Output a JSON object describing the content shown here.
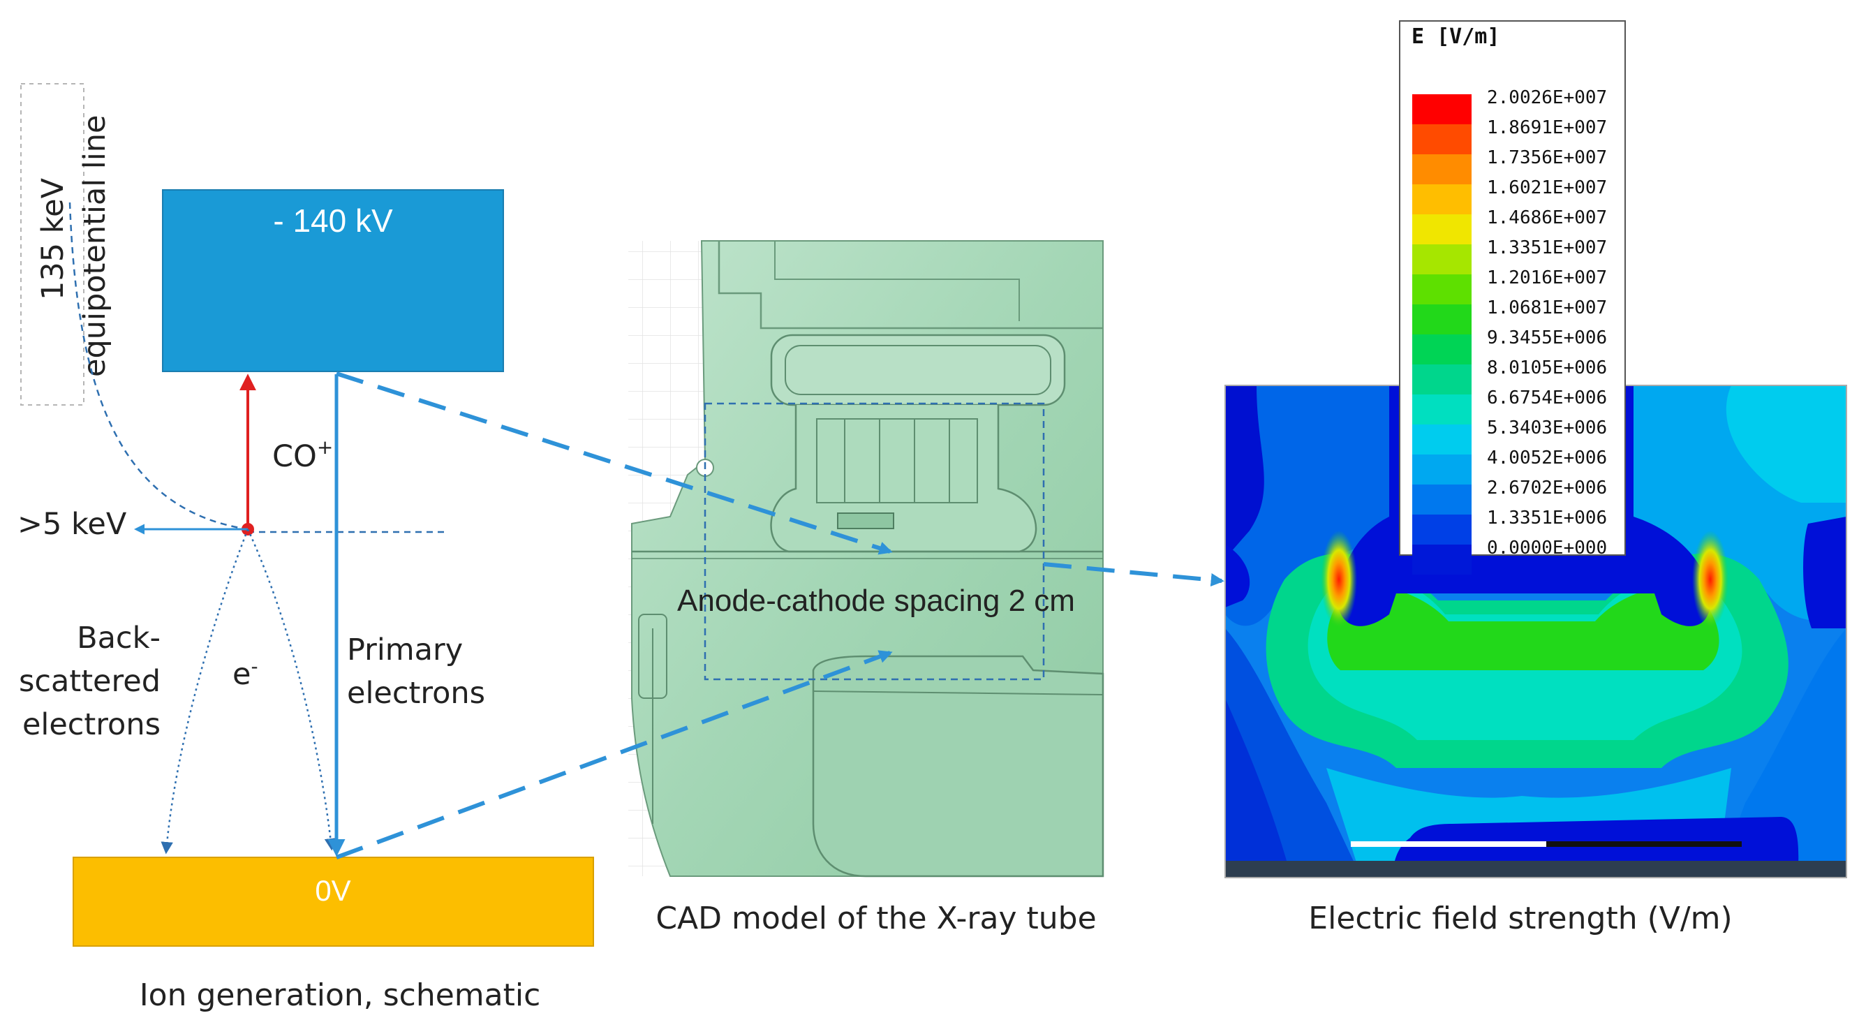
{
  "schematic": {
    "cathode_label": "- 140 kV",
    "anode_label": "0V",
    "equipotential_label_1": "135 keV",
    "equipotential_label_2": "equipotential line",
    "energy_label": ">5 keV",
    "ion_label": "CO",
    "ion_charge": "+",
    "electron_label": "e",
    "electron_charge": "-",
    "backscatter_line1": "Back-",
    "backscatter_line2": "scattered",
    "backscatter_line3": "electrons",
    "primary_line1": "Primary",
    "primary_line2": "electrons",
    "caption": "Ion generation, schematic"
  },
  "cad": {
    "spacing_label": "Anode-cathode spacing 2 cm",
    "caption": "CAD model of the X-ray tube"
  },
  "field": {
    "legend_title": "E [V/m]",
    "legend_values": [
      "2.0026E+007",
      "1.8691E+007",
      "1.7356E+007",
      "1.6021E+007",
      "1.4686E+007",
      "1.3351E+007",
      "1.2016E+007",
      "1.0681E+007",
      "9.3455E+006",
      "8.0105E+006",
      "6.6754E+006",
      "5.3403E+006",
      "4.0052E+006",
      "2.6702E+006",
      "1.3351E+006",
      "0.0000E+000"
    ],
    "legend_colors": [
      "#ff0000",
      "#ff4b00",
      "#ff8c00",
      "#ffbe00",
      "#f0e600",
      "#a6e600",
      "#5ee000",
      "#22d81a",
      "#00d455",
      "#00d68c",
      "#00dfc0",
      "#00ccee",
      "#00a8f0",
      "#0078ee",
      "#0040e6",
      "#0018d8"
    ],
    "caption": "Electric field strength (V/m)"
  },
  "colors": {
    "cathode": "#1a9ad6",
    "anode": "#fcbe00",
    "arrow_blue": "#2e92d8",
    "ion_red": "#e02020",
    "cad_green": "#a6d8b8"
  }
}
